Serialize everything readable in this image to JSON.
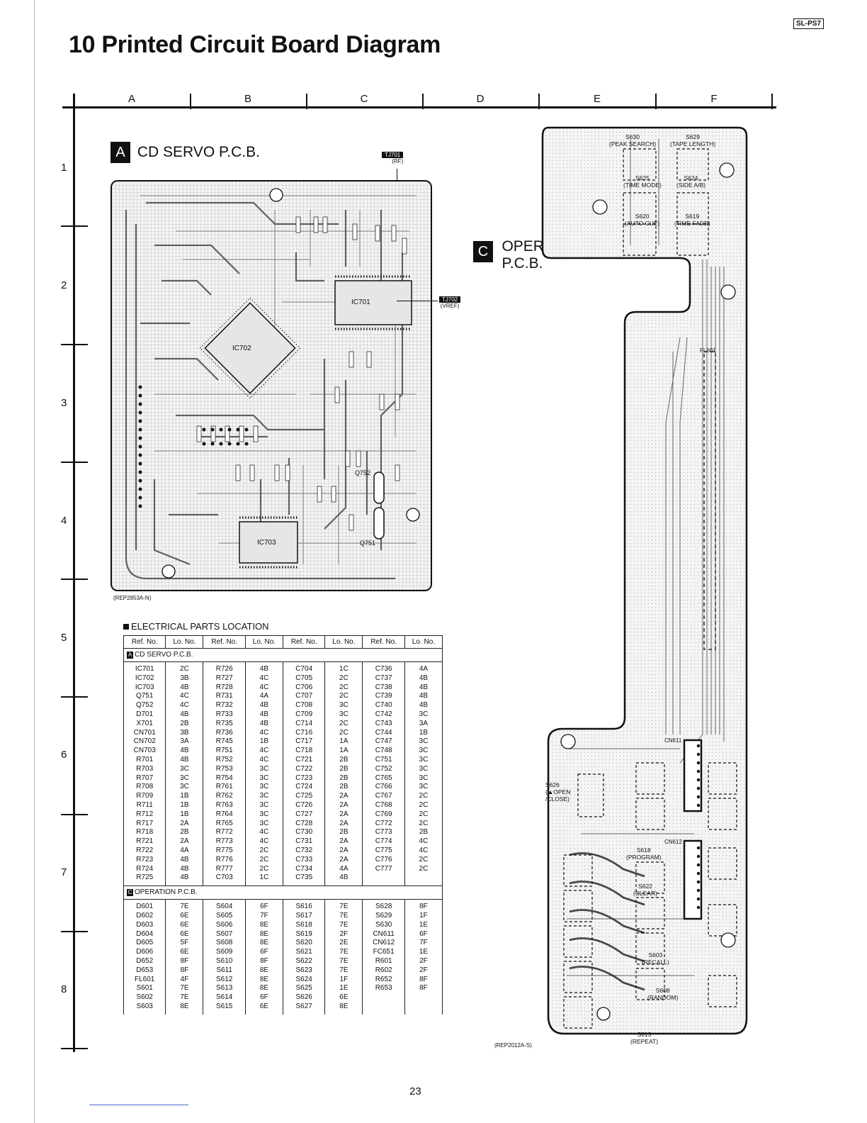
{
  "model_badge": "SL-PS7",
  "page_title": "10 Printed Circuit Board Diagram",
  "grid": {
    "columns": [
      "A",
      "B",
      "C",
      "D",
      "E",
      "F"
    ],
    "rows": [
      "1",
      "2",
      "3",
      "4",
      "5",
      "6",
      "7",
      "8"
    ]
  },
  "board_a": {
    "badge": "A",
    "title": "CD SERVO P.C.B.",
    "tp1_label": "TJ701",
    "tp1_sub": "(RF)",
    "tp2_label": "TJ702",
    "tp2_sub": "(VREF)",
    "ic701": "IC701",
    "ic702": "IC702",
    "ic703": "IC703",
    "q751": "Q751",
    "q752": "Q752",
    "part_no": "(REP2853A-N)"
  },
  "board_c": {
    "badge": "C",
    "title_line1": "OPERATION",
    "title_line2": "P.C.B.",
    "fl601": "FL601",
    "cn611": "CN611",
    "cn612": "CN612",
    "part_no": "(REP2012A-S)",
    "buttons": {
      "s630": "S630",
      "s630_sub": "(PEAK SEARCH)",
      "s629": "S629",
      "s629_sub": "(TAPE LENGTH)",
      "s625": "S625",
      "s625_sub": "(TIME MODE)",
      "s624": "S624",
      "s624_sub": "(SIDE A/B)",
      "s620": "S620",
      "s620_sub": "(AUTO CUE)",
      "s619": "S619",
      "s619_sub": "(TIME FADE)",
      "s626": "S626",
      "s626_sub1": "(▲OPEN",
      "s626_sub2": "/CLOSE)",
      "s618": "S618",
      "s618_sub": "(PROGRAM)",
      "s622": "S622",
      "s622_sub": "(CLEAR)",
      "s603": "S603",
      "s603_sub": "(RECALL)",
      "s608": "S608",
      "s608_sub": "(RANDOM)",
      "s613": "S613",
      "s613_sub": "(REPEAT)"
    }
  },
  "table": {
    "heading": "ELECTRICAL PARTS LOCATION",
    "headers": [
      "Ref. No.",
      "Lo. No.",
      "Ref. No.",
      "Lo. No.",
      "Ref. No.",
      "Lo. No.",
      "Ref. No.",
      "Lo. No."
    ],
    "section_a": {
      "badge": "A",
      "label": "CD SERVO P.C.B.",
      "columns": [
        [
          "IC701",
          "IC702",
          "IC703",
          "Q751",
          "Q752",
          "D701",
          "X701",
          "CN701",
          "CN702",
          "CN703",
          "R701",
          "R703",
          "R707",
          "R708",
          "R709",
          "R711",
          "R712",
          "R717",
          "R718",
          "R721",
          "R722",
          "R723",
          "R724",
          "R725"
        ],
        [
          "2C",
          "3B",
          "4B",
          "4C",
          "4C",
          "4B",
          "2B",
          "3B",
          "3A",
          "4B",
          "4B",
          "3C",
          "3C",
          "3C",
          "1B",
          "1B",
          "1B",
          "2A",
          "2B",
          "2A",
          "4A",
          "4B",
          "4B",
          "4B"
        ],
        [
          "R726",
          "R727",
          "R728",
          "R731",
          "R732",
          "R733",
          "R735",
          "R736",
          "R745",
          "R751",
          "R752",
          "R753",
          "R754",
          "R761",
          "R762",
          "R763",
          "R764",
          "R765",
          "R772",
          "R773",
          "R775",
          "R776",
          "R777",
          "C703"
        ],
        [
          "4B",
          "4C",
          "4C",
          "4A",
          "4B",
          "4B",
          "4B",
          "4C",
          "1B",
          "4C",
          "4C",
          "3C",
          "3C",
          "3C",
          "3C",
          "3C",
          "3C",
          "3C",
          "4C",
          "4C",
          "2C",
          "2C",
          "2C",
          "1C"
        ],
        [
          "C704",
          "C705",
          "C706",
          "C707",
          "C708",
          "C709",
          "C714",
          "C716",
          "C717",
          "C718",
          "C721",
          "C722",
          "C723",
          "C724",
          "C725",
          "C726",
          "C727",
          "C728",
          "C730",
          "C731",
          "C732",
          "C733",
          "C734",
          "C735"
        ],
        [
          "1C",
          "2C",
          "2C",
          "2C",
          "3C",
          "3C",
          "2C",
          "2C",
          "1A",
          "1A",
          "2B",
          "2B",
          "2B",
          "2B",
          "2A",
          "2A",
          "2A",
          "2A",
          "2B",
          "2A",
          "2A",
          "2A",
          "4A",
          "4B"
        ],
        [
          "C736",
          "C737",
          "C738",
          "C739",
          "C740",
          "C742",
          "C743",
          "C744",
          "C747",
          "C748",
          "C751",
          "C752",
          "C765",
          "C766",
          "C767",
          "C768",
          "C769",
          "C772",
          "C773",
          "C774",
          "C775",
          "C776",
          "C777",
          ""
        ],
        [
          "4A",
          "4B",
          "4B",
          "4B",
          "4B",
          "3C",
          "3A",
          "1B",
          "3C",
          "3C",
          "3C",
          "3C",
          "3C",
          "3C",
          "2C",
          "2C",
          "2C",
          "2C",
          "2B",
          "4C",
          "4C",
          "2C",
          "2C",
          ""
        ]
      ]
    },
    "section_c": {
      "badge": "C",
      "label": "OPERATION P.C.B.",
      "columns": [
        [
          "D601",
          "D602",
          "D603",
          "D604",
          "D605",
          "D606",
          "D652",
          "D653",
          "FL601",
          "S601",
          "S602",
          "S603"
        ],
        [
          "7E",
          "6E",
          "6E",
          "6E",
          "5F",
          "6E",
          "8F",
          "8F",
          "4F",
          "7E",
          "7E",
          "8E"
        ],
        [
          "S604",
          "S605",
          "S606",
          "S607",
          "S608",
          "S609",
          "S610",
          "S611",
          "S612",
          "S613",
          "S614",
          "S615"
        ],
        [
          "6F",
          "7F",
          "8E",
          "8E",
          "8E",
          "6F",
          "8F",
          "8E",
          "8E",
          "8E",
          "6F",
          "6E"
        ],
        [
          "S616",
          "S617",
          "S618",
          "S619",
          "S620",
          "S621",
          "S622",
          "S623",
          "S624",
          "S625",
          "S626",
          "S627"
        ],
        [
          "7E",
          "7E",
          "7E",
          "2F",
          "2E",
          "7E",
          "7E",
          "7E",
          "1F",
          "1E",
          "6E",
          "8E"
        ],
        [
          "S628",
          "S629",
          "S630",
          "CN611",
          "CN612",
          "FC651",
          "R601",
          "R602",
          "R652",
          "R653",
          "",
          ""
        ],
        [
          "8F",
          "1F",
          "1E",
          "6F",
          "7F",
          "1E",
          "2F",
          "2F",
          "8F",
          "8F",
          "",
          ""
        ]
      ]
    }
  },
  "page_number": "23"
}
